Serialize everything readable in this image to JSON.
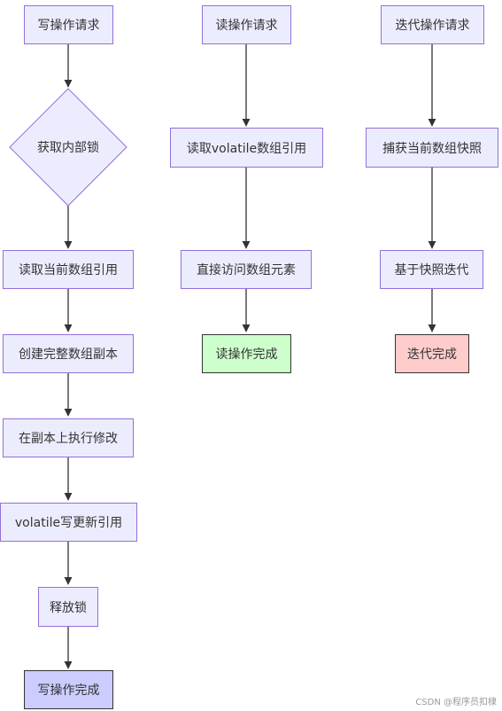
{
  "write_flow": {
    "start": "写操作请求",
    "decision": "获取内部锁",
    "step1": "读取当前数组引用",
    "step2": "创建完整数组副本",
    "step3": "在副本上执行修改",
    "step4": "volatile写更新引用",
    "step5": "释放锁",
    "end": "写操作完成"
  },
  "read_flow": {
    "start": "读操作请求",
    "step1": "读取volatile数组引用",
    "step2": "直接访问数组元素",
    "end": "读操作完成"
  },
  "iter_flow": {
    "start": "迭代操作请求",
    "step1": "捕获当前数组快照",
    "step2": "基于快照迭代",
    "end": "迭代完成"
  },
  "colors": {
    "node_fill": "#ECECFF",
    "node_stroke": "#9370DB",
    "read_done_fill": "#ccffcc",
    "iter_done_fill": "#ffcccc",
    "write_done_fill": "#ccccff",
    "edge": "#333333"
  },
  "watermark": "CSDN @程序员扣棣"
}
